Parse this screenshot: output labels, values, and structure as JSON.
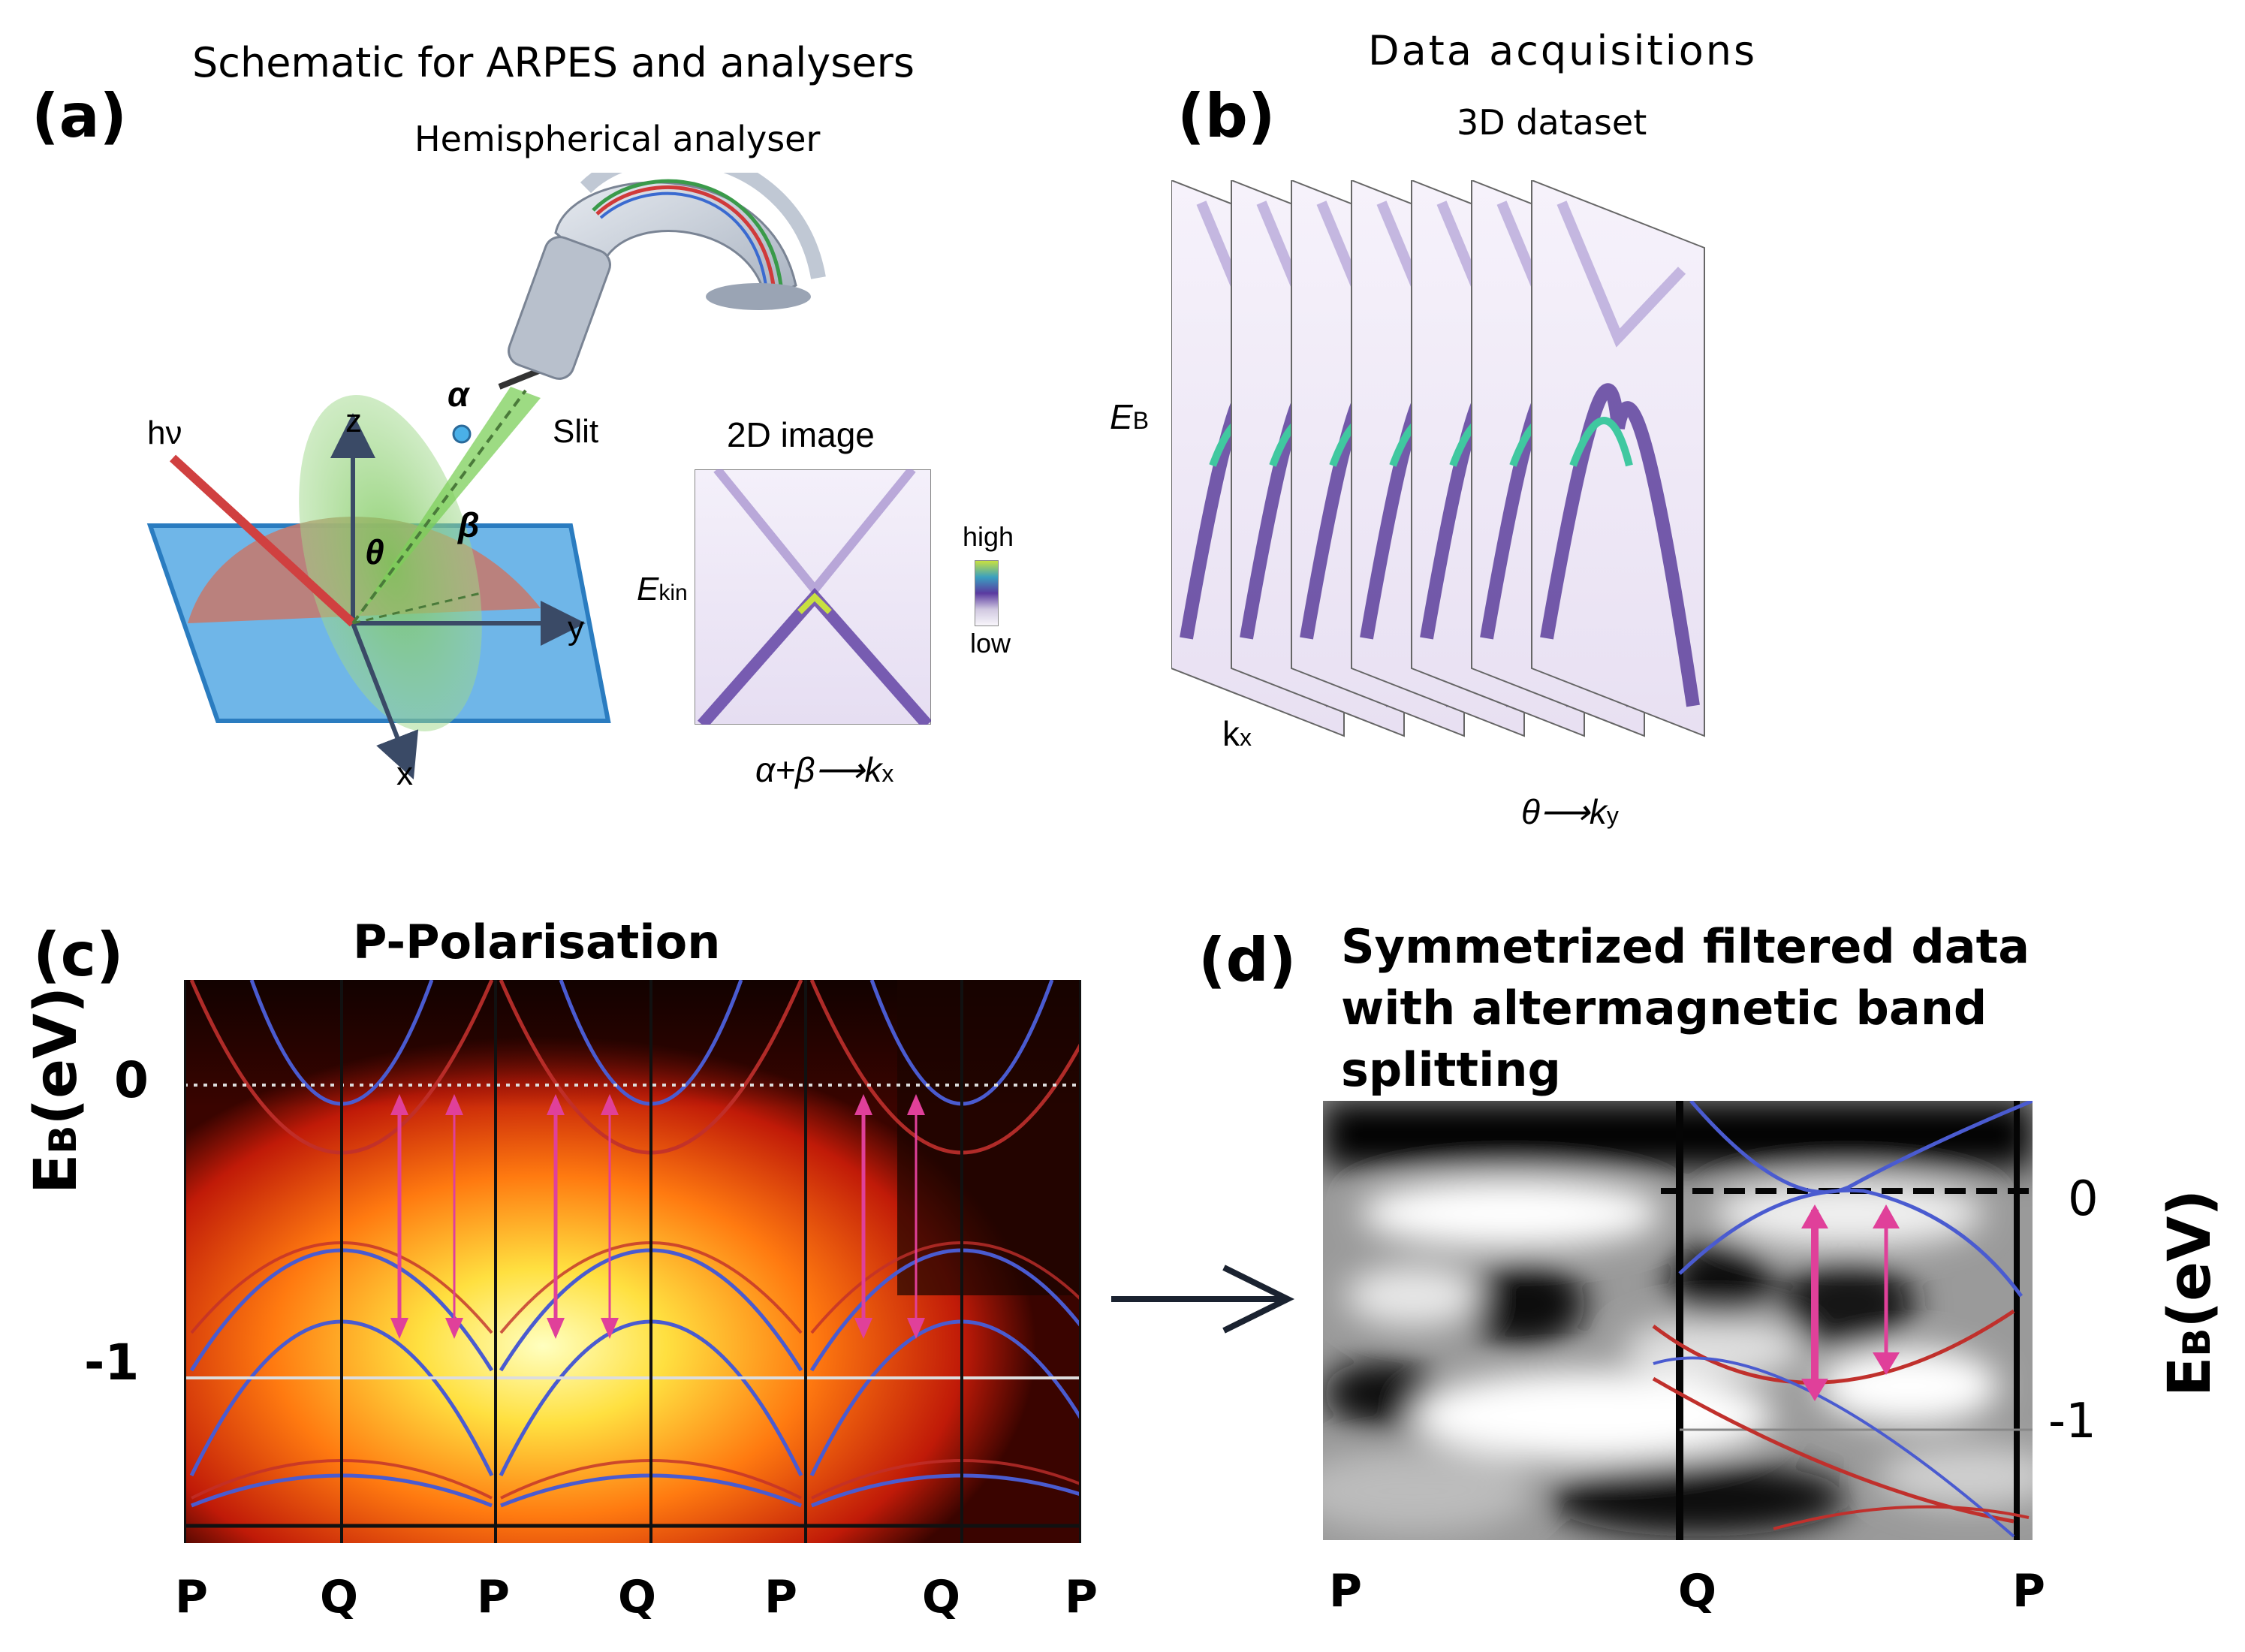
{
  "panel_a": {
    "label": "(a)",
    "title": "Schematic for ARPES and analysers",
    "subtitle": "Hemispherical analyser",
    "hv": "hν",
    "axis_z": "z",
    "axis_y": "y",
    "axis_x": "x",
    "alpha": "α",
    "beta": "β",
    "theta": "θ",
    "slit": "Slit",
    "image_title": "2D image",
    "ekin_main": "E",
    "ekin_sub": "kin",
    "colorbar_high": "high",
    "colorbar_low": "low",
    "xaxis": "α+β⟶k",
    "xaxis_sub": "x"
  },
  "panel_b": {
    "label": "(b)",
    "title": "Data acquisitions",
    "subtitle": "3D dataset",
    "eb_main": "E",
    "eb_sub": "B",
    "kx_main": "k",
    "kx_sub": "x",
    "theta_axis": "θ⟶k",
    "theta_sub": "y"
  },
  "panel_c": {
    "label": "(c)",
    "title": "P-Polarisation",
    "ylabel_main": "E",
    "ylabel_sub": "B",
    "ylabel_unit": "(eV)",
    "y_ticks": [
      "0",
      "-1"
    ],
    "x_ticks": [
      "P",
      "Q",
      "P",
      "Q",
      "P",
      "Q",
      "P"
    ]
  },
  "panel_d": {
    "label": "(d)",
    "title_lines": [
      "Symmetrized filtered data",
      "with altermagnetic band",
      "splitting"
    ],
    "ylabel_main": "E",
    "ylabel_sub": "B",
    "ylabel_unit": "(eV)",
    "y_ticks": [
      "0",
      "-1"
    ],
    "x_ticks": [
      "P",
      "Q",
      "P"
    ]
  },
  "colors": {
    "band_blue": "#4a5bd0",
    "band_red": "#c0302c",
    "arrow_pink": "#e0409a",
    "spectrum_purple": "#5a3aa0",
    "sample_blue": "#6fb6e8"
  }
}
